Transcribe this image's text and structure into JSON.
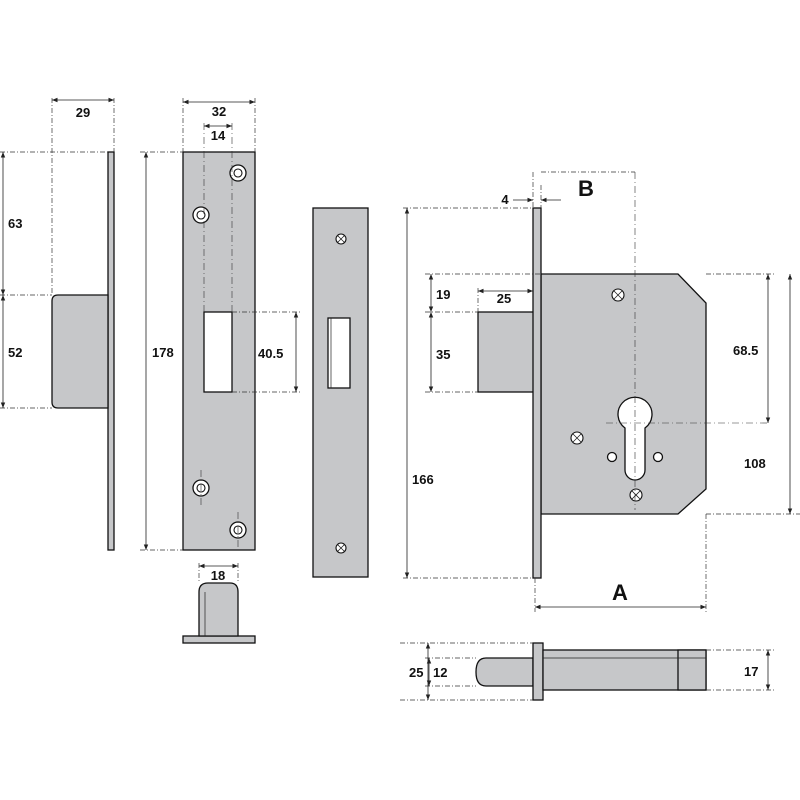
{
  "dimensions": {
    "faceplate_width": "29",
    "top_offset": "63",
    "bolt_height": "52",
    "strike_width": "32",
    "strike_inner": "14",
    "overall_height": "178",
    "bolt_slot_height": "40.5",
    "bolt_end_width": "18",
    "b_offset": "4",
    "case_top": "19",
    "bolt_throw": "25",
    "bolt_width": "35",
    "forend_height": "166",
    "centres": "68.5",
    "case_height": "108",
    "cyl_outer": "25",
    "cyl_inner": "12",
    "spindle_height": "17"
  },
  "labels": {
    "backset": "A",
    "forend_offset": "B"
  },
  "colors": {
    "metal": "#c6c7c9",
    "line": "#111111"
  }
}
